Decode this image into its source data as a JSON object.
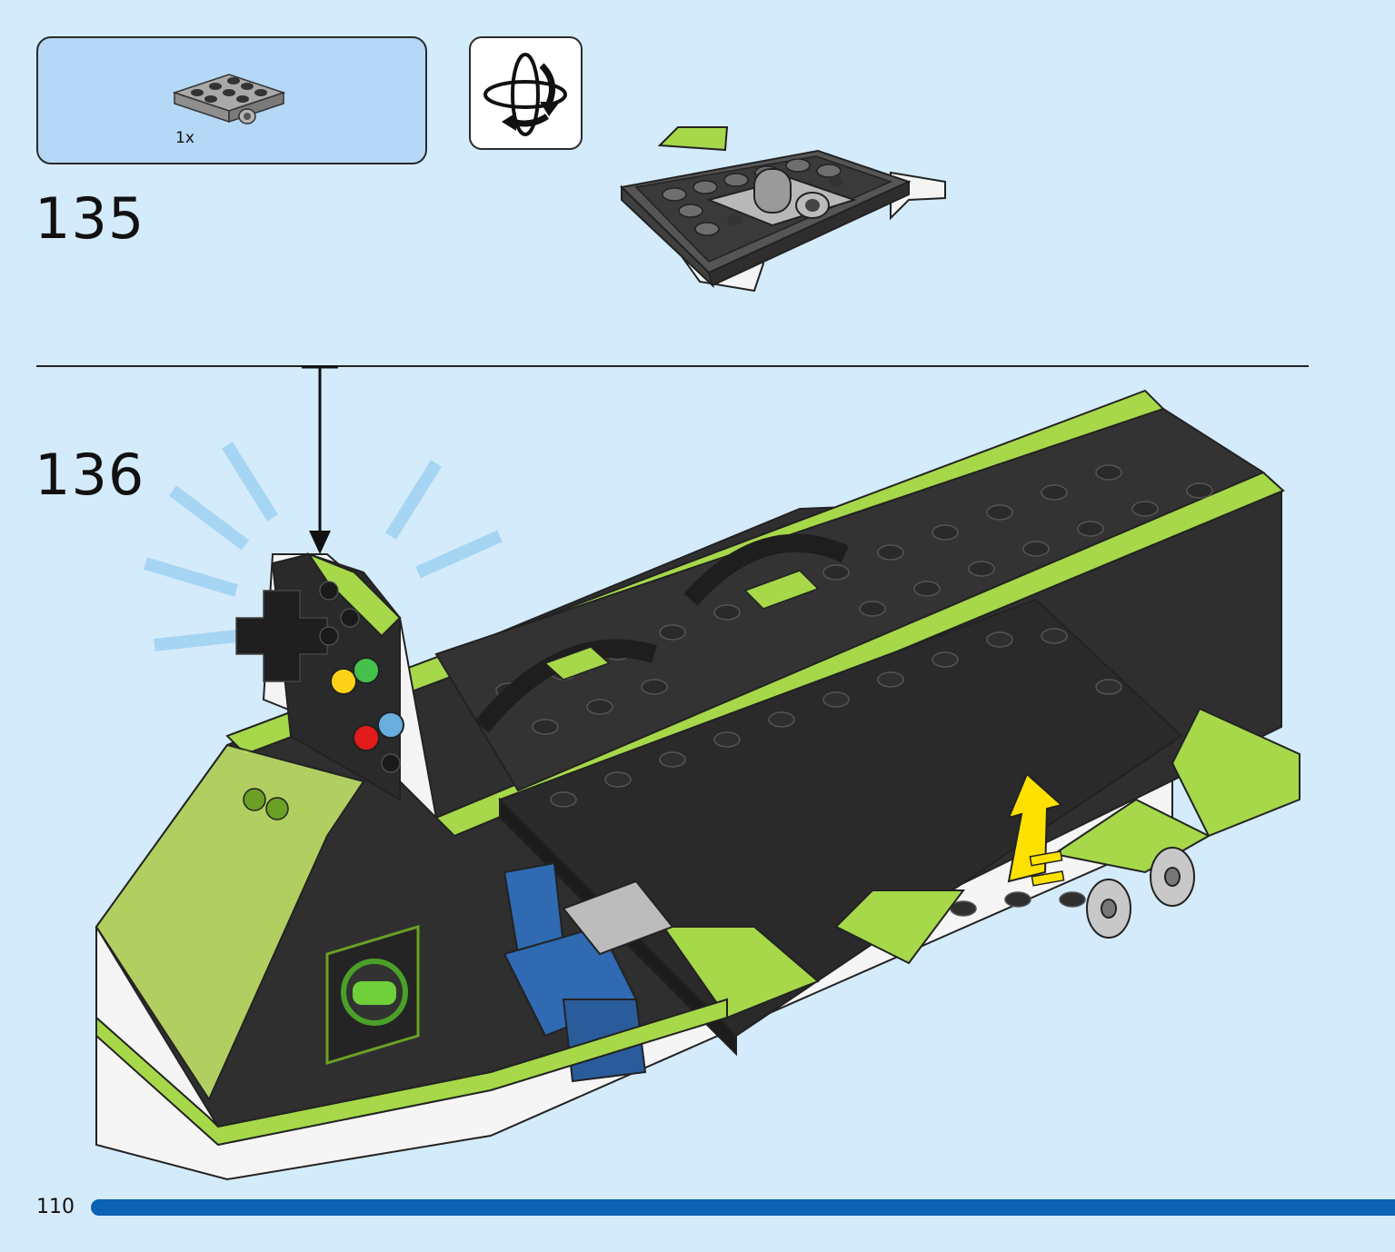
{
  "parts_list": {
    "quantity": "1x",
    "part_icon": "gray-plate-2x4-with-pin-hole"
  },
  "rotate_icon": "rotate-model-icon",
  "steps": [
    {
      "number": "135"
    },
    {
      "number": "136"
    }
  ],
  "page": {
    "number": "110"
  },
  "colors": {
    "background": "#d4ebfb",
    "parts_box": "#b4d8f5",
    "lime": "#9ed33a",
    "black": "#2d2d2d",
    "page_bar": "#0b61b4",
    "arrow_yellow": "#ffe100"
  }
}
